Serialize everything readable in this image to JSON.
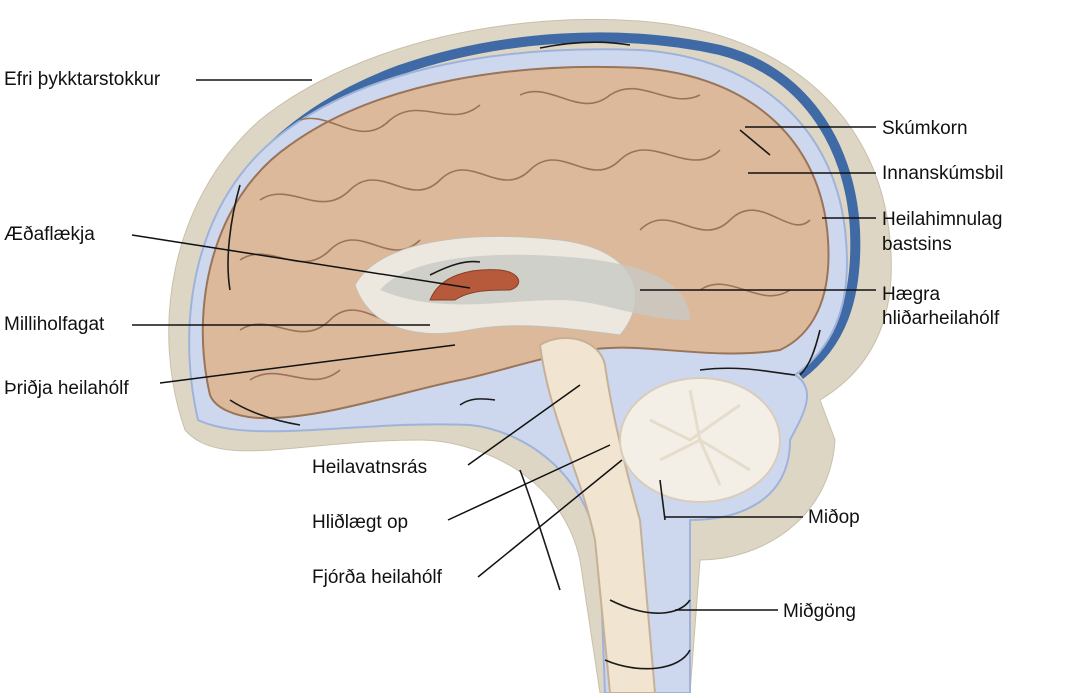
{
  "diagram": {
    "colors": {
      "skull": "#ddd6c4",
      "dura_blue": "#3f6aa6",
      "csf": "#cdd8ee",
      "brain": "#dcb99a",
      "brain_line": "#9a7458",
      "white_matter": "#ece8e0",
      "plexus": "#b75a3c",
      "arrow": "#1a1a1a"
    },
    "labels": {
      "superior_sagittal_sinus": "Efri þykktarstokkur",
      "choroid_plexus": "Æðaflækja",
      "interventricular_foramen": "Milliholfagat",
      "third_ventricle": "Þriðja heilahólf",
      "cerebral_aqueduct": "Heilavatnsrás",
      "lateral_aperture": "Hliðlægt op",
      "fourth_ventricle": "Fjórða heilahólf",
      "arachnoid_granulation": "Skúmkorn",
      "subarachnoid_space": "Innanskúmsbil",
      "dura_mater_l1": "Heilahimnulag",
      "dura_mater_l2": "bastsins",
      "lateral_ventricle_l1": "Hægra",
      "lateral_ventricle_l2": "hliðarheilahólf",
      "median_aperture": "Miðop",
      "central_canal": "Miðgöng"
    }
  }
}
